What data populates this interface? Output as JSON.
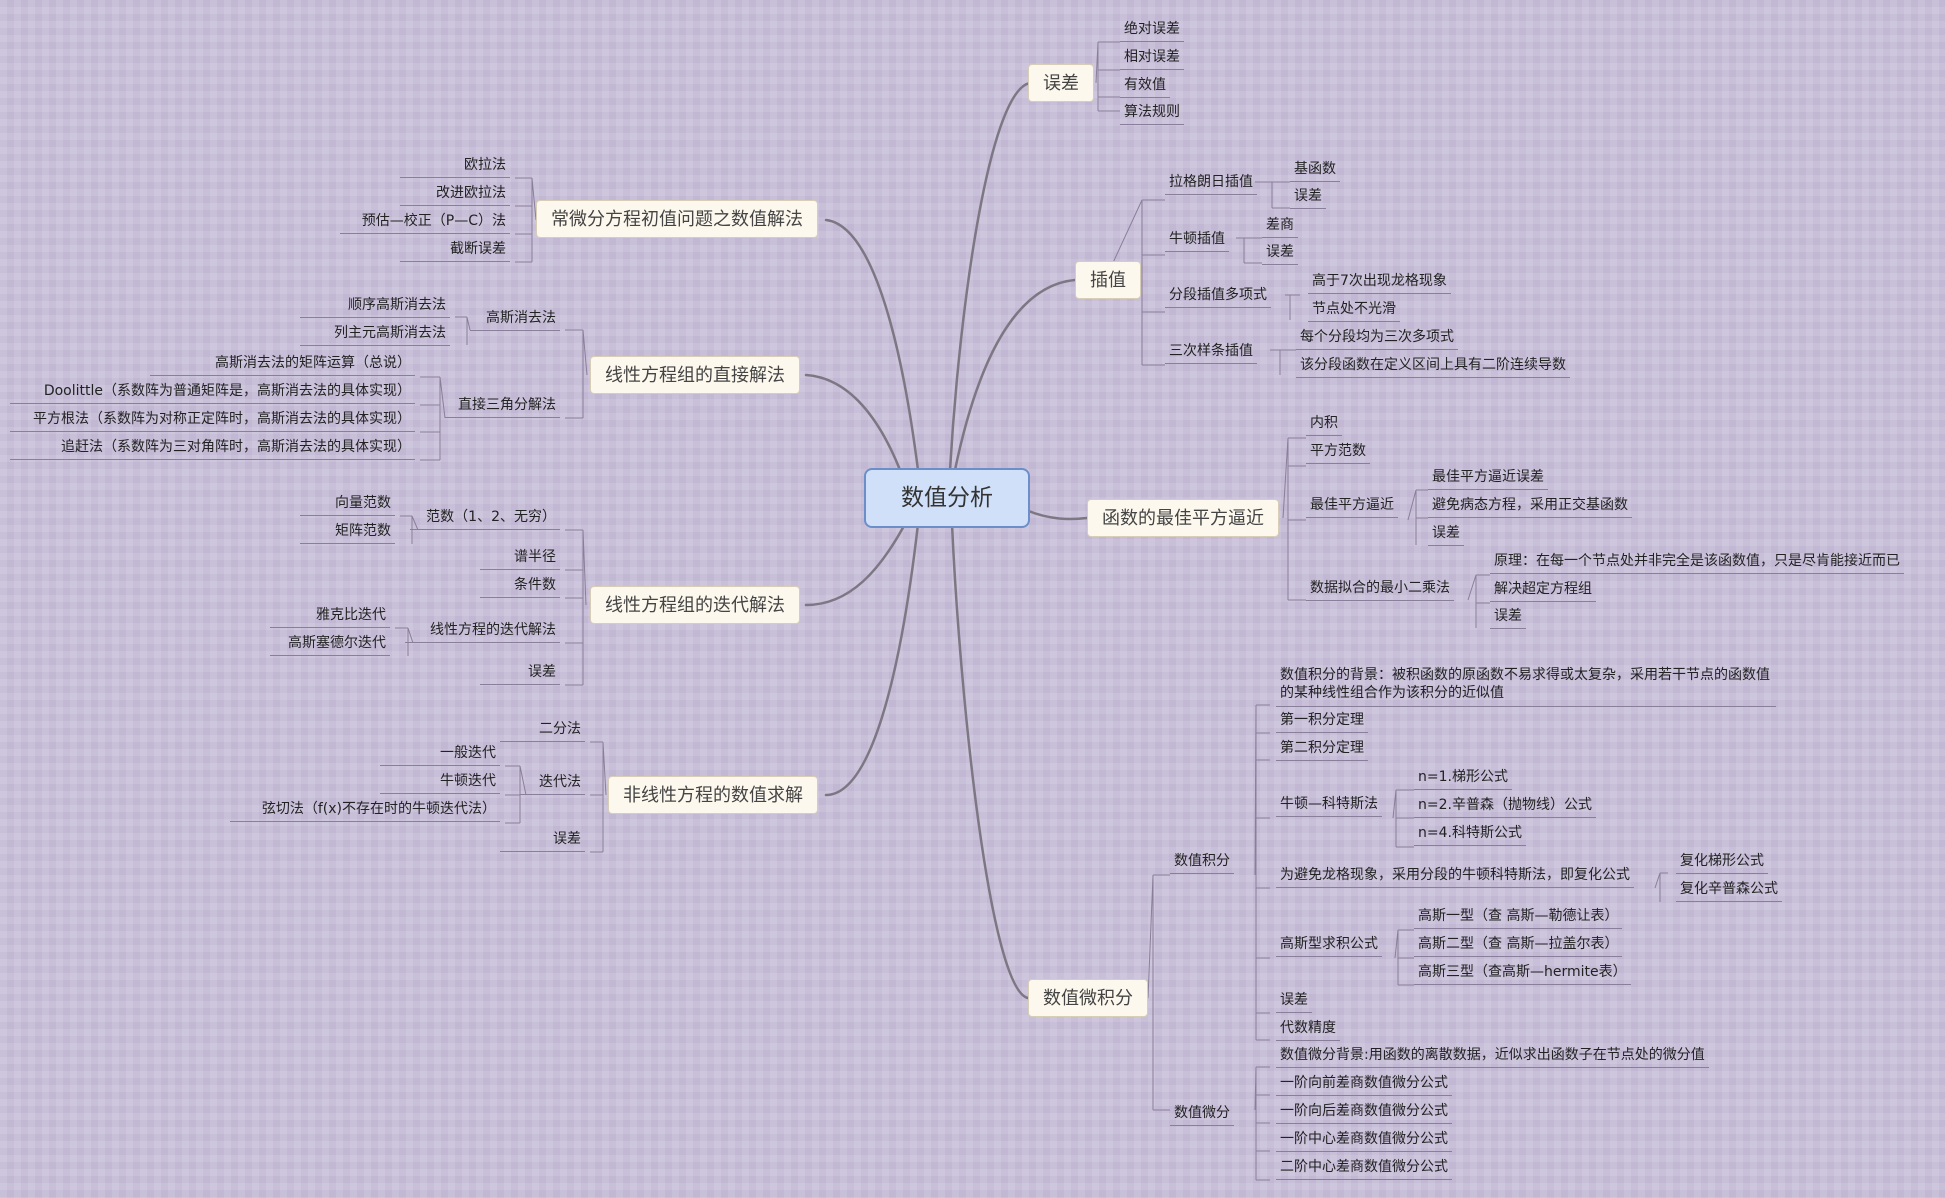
{
  "root": "数值分析",
  "branches": {
    "error": {
      "label": "误差",
      "items": [
        "绝对误差",
        "相对误差",
        "有效值",
        "算法规则"
      ]
    },
    "interp": {
      "label": "插值",
      "lagrange": {
        "label": "拉格朗日插值",
        "items": [
          "基函数",
          "误差"
        ]
      },
      "newton": {
        "label": "牛顿插值",
        "items": [
          "差商",
          "误差"
        ]
      },
      "piecewise": {
        "label": "分段插值多项式",
        "items": [
          "高于7次出现龙格现象",
          "节点处不光滑"
        ]
      },
      "spline": {
        "label": "三次样条插值",
        "items": [
          "每个分段均为三次多项式",
          "该分段函数在定义区间上具有二阶连续导数"
        ]
      }
    },
    "lsq": {
      "label": "函数的最佳平方逼近",
      "items": [
        "内积",
        "平方范数"
      ],
      "best": {
        "label": "最佳平方逼近",
        "items": [
          "最佳平方逼近误差",
          "避免病态方程，采用正交基函数",
          "误差"
        ]
      },
      "fit": {
        "label": "数据拟合的最小二乘法",
        "items": [
          "原理：在每一个节点处并非完全是该函数值，只是尽肯能接近而已",
          "解决超定方程组",
          "误差"
        ]
      }
    },
    "calc": {
      "label": "数值微积分",
      "integ": {
        "label": "数值积分",
        "background": "数值积分的背景：被积函数的原函数不易求得或太复杂，采用若干节点的函数值的某种线性组合作为该积分的近似值",
        "items1": [
          "第一积分定理",
          "第二积分定理"
        ],
        "nc": {
          "label": "牛顿—科特斯法",
          "items": [
            "n=1.梯形公式",
            "n=2.辛普森（抛物线）公式",
            "n=4.科特斯公式"
          ]
        },
        "composite": {
          "label": "为避免龙格现象，采用分段的牛顿科特斯法，即复化公式",
          "items": [
            "复化梯形公式",
            "复化辛普森公式"
          ]
        },
        "gauss": {
          "label": "高斯型求积公式",
          "items": [
            "高斯一型（查 高斯—勒德让表）",
            "高斯二型（查 高斯—拉盖尔表）",
            "高斯三型（查高斯—hermite表）"
          ]
        },
        "items2": [
          "误差",
          "代数精度"
        ]
      },
      "diff": {
        "label": "数值微分",
        "items": [
          "数值微分背景:用函数的离散数据，近似求出函数子在节点处的微分值",
          "一阶向前差商数值微分公式",
          "一阶向后差商数值微分公式",
          "一阶中心差商数值微分公式",
          "二阶中心差商数值微分公式"
        ]
      }
    },
    "ode": {
      "label": "常微分方程初值问题之数值解法",
      "items": [
        "欧拉法",
        "改进欧拉法",
        "预估—校正（P—C）法",
        "截断误差"
      ]
    },
    "direct": {
      "label": "线性方程组的直接解法",
      "gauss": {
        "label": "高斯消去法",
        "items": [
          "顺序高斯消去法",
          "列主元高斯消去法"
        ]
      },
      "tri": {
        "label": "直接三角分解法",
        "items": [
          "高斯消去法的矩阵运算（总说）",
          "Doolittle（系数阵为普通矩阵是，高斯消去法的具体实现）",
          "平方根法（系数阵为对称正定阵时，高斯消去法的具体实现）",
          "追赶法（系数阵为三对角阵时，高斯消去法的具体实现）"
        ]
      }
    },
    "iter": {
      "label": "线性方程组的迭代解法",
      "norm": {
        "label": "范数（1、2、无穷）",
        "items": [
          "向量范数",
          "矩阵范数"
        ]
      },
      "items1": [
        "谱半径",
        "条件数"
      ],
      "method": {
        "label": "线性方程的迭代解法",
        "items": [
          "雅克比迭代",
          "高斯塞德尔迭代"
        ]
      },
      "items2": [
        "误差"
      ]
    },
    "nonlin": {
      "label": "非线性方程的数值求解",
      "items1": [
        "二分法"
      ],
      "it": {
        "label": "迭代法",
        "items": [
          "一般迭代",
          "牛顿迭代",
          "弦切法（f(x)不存在时的牛顿迭代法）"
        ]
      },
      "items2": [
        "误差"
      ]
    }
  }
}
